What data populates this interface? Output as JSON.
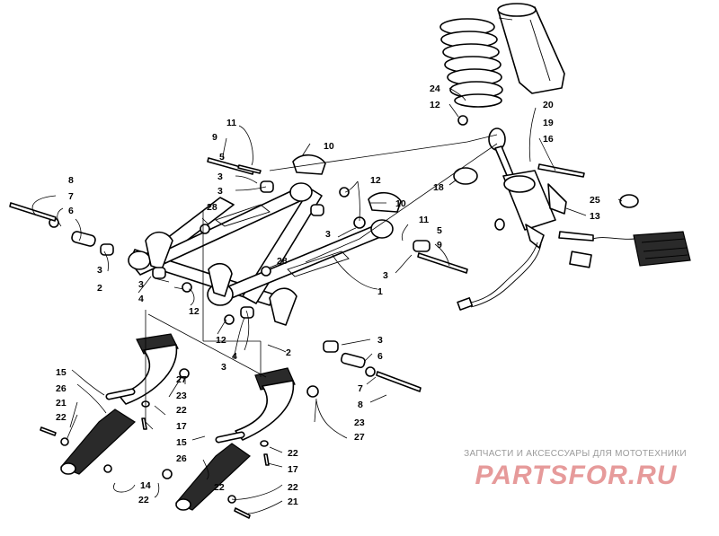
{
  "labels": {
    "l1": "1",
    "l2a": "2",
    "l2b": "2",
    "l3a": "3",
    "l3b": "3",
    "l3c": "3",
    "l3d": "3",
    "l3e": "3",
    "l3f": "3",
    "l3g": "3",
    "l3h": "3",
    "l4a": "4",
    "l4b": "4",
    "l5a": "5",
    "l5b": "5",
    "l6a": "6",
    "l6b": "6",
    "l7a": "7",
    "l7b": "7",
    "l8a": "8",
    "l8b": "8",
    "l9a": "9",
    "l9b": "9",
    "l10a": "10",
    "l10b": "10",
    "l11a": "11",
    "l11b": "11",
    "l12a": "12",
    "l12b": "12",
    "l12c": "12",
    "l12d": "12",
    "l13": "13",
    "l14": "14",
    "l15a": "15",
    "l15b": "15",
    "l16": "16",
    "l17a": "17",
    "l17b": "17",
    "l18": "18",
    "l19": "19",
    "l20": "20",
    "l21a": "21",
    "l21b": "21",
    "l22a": "22",
    "l22b": "22",
    "l22c": "22",
    "l22d": "22",
    "l22e": "22",
    "l22f": "22",
    "l23a": "23",
    "l23b": "23",
    "l24": "24",
    "l25": "25",
    "l26a": "26",
    "l26b": "26",
    "l27a": "27",
    "l27b": "27",
    "l28a": "28",
    "l28b": "28"
  },
  "watermark": {
    "caption": "ЗАПЧАСТИ И АКСЕССУАРЫ ДЛЯ МОТОТЕХНИКИ",
    "logo": "PARTSFOR.RU"
  }
}
